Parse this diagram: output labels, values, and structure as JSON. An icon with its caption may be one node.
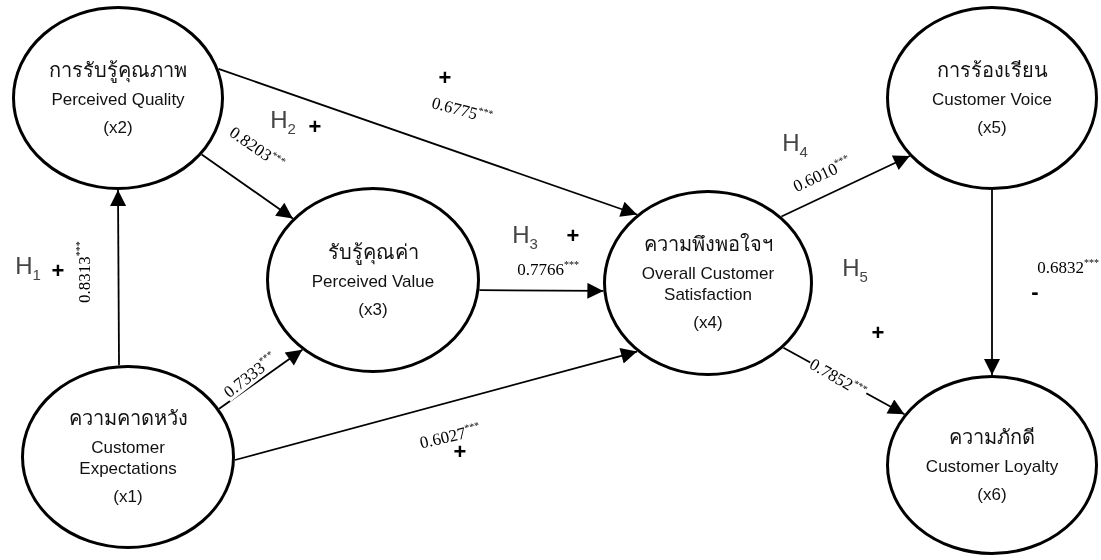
{
  "diagram": {
    "nodes": [
      {
        "text": [
          "การรับรู้คุณภาพ",
          "Perceived Quality",
          "(x2)"
        ]
      },
      {
        "text": [
          "การร้องเรียน",
          "Customer Voice",
          "(x5)"
        ]
      },
      {
        "text": [
          "รับรู้คุณค่า",
          "Perceived Value",
          "(x3)"
        ]
      },
      {
        "text": [
          "ความพึงพอใจฯ",
          "Overall Customer Satisfaction",
          "(x4)"
        ]
      },
      {
        "text": [
          "ความคาดหวัง",
          "Customer Expectations",
          "(x1)"
        ]
      },
      {
        "text": [
          "ความภักดี",
          "Customer Loyalty",
          "(x6)"
        ]
      }
    ],
    "edges": [
      {
        "from": 4,
        "to": 0,
        "arrow": "to",
        "label": "0.8313$^{***}$"
      },
      {
        "from": 0,
        "to": 2,
        "arrow": "to",
        "label": "0.8203$^{***}$"
      },
      {
        "from": 0,
        "to": 3,
        "arrow": "to",
        "label": "0.6775$^{***}$"
      },
      {
        "from": 4,
        "to": 2,
        "arrow": "to",
        "label": "0.7333$^{***}$"
      },
      {
        "from": 2,
        "to": 3,
        "arrow": "to",
        "label": "0.7766$^{***}$"
      },
      {
        "from": 4,
        "to": 3,
        "arrow": "to",
        "label": "0.6027$^{***}$"
      },
      {
        "from": 3,
        "to": 1,
        "arrow": "to",
        "label": "0.6010$^{***}$"
      },
      {
        "from": 3,
        "to": 5,
        "arrow": "to",
        "label": "0.7852$^{***}$"
      },
      {
        "from": 1,
        "to": 5,
        "arrow": "to",
        "label": "0.6832$^{***}$"
      }
    ],
    "labels": [
      "+",
      "H$_{2}$",
      "+",
      "H$_{4}$",
      "H$_{3}$",
      "+",
      "H$_{1}$",
      "+",
      "H$_{5}$",
      "-",
      "+",
      "+"
    ]
  }
}
